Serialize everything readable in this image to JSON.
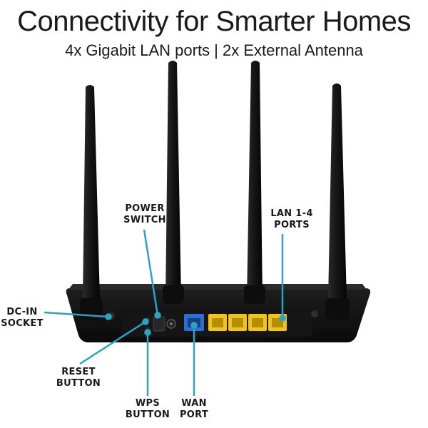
{
  "header": {
    "title": "Connectivity for Smarter Homes",
    "subtitle": "4x Gigabit LAN ports | 2x External Antenna"
  },
  "callouts": {
    "power_switch": [
      "POWER",
      "SWITCH"
    ],
    "lan_ports": [
      "LAN 1-4",
      "PORTS"
    ],
    "dc_in": [
      "DC-IN",
      "SOCKET"
    ],
    "reset": [
      "RESET",
      "BUTTON"
    ],
    "wps": [
      "WPS",
      "BUTTON"
    ],
    "wan": [
      "WAN",
      "PORT"
    ]
  },
  "colors": {
    "leader": "#2aa3c4",
    "router_body": "#111111",
    "antenna": "#121212",
    "lan_port": "#f2c318",
    "wan_port": "#2d6fd6"
  }
}
